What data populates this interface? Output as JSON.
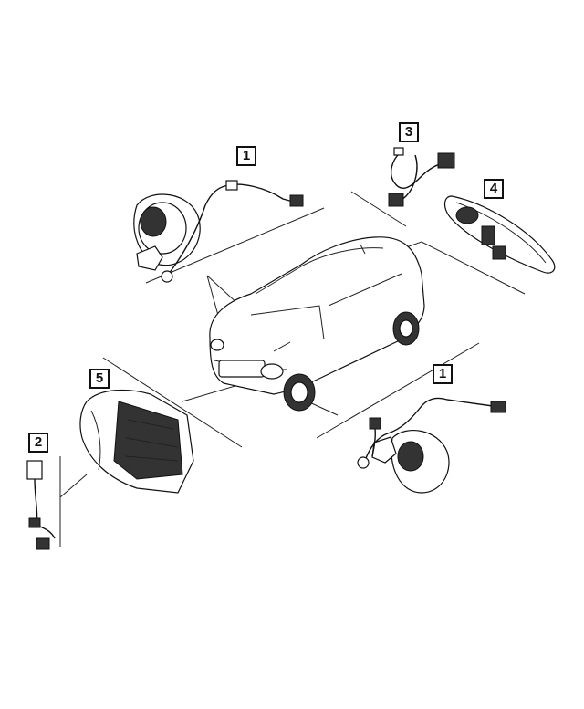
{
  "callouts": [
    {
      "id": "callout-1-left",
      "label": "1"
    },
    {
      "id": "callout-3",
      "label": "3"
    },
    {
      "id": "callout-4",
      "label": "4"
    },
    {
      "id": "callout-5",
      "label": "5"
    },
    {
      "id": "callout-1-right",
      "label": "1"
    },
    {
      "id": "callout-2",
      "label": "2"
    }
  ]
}
